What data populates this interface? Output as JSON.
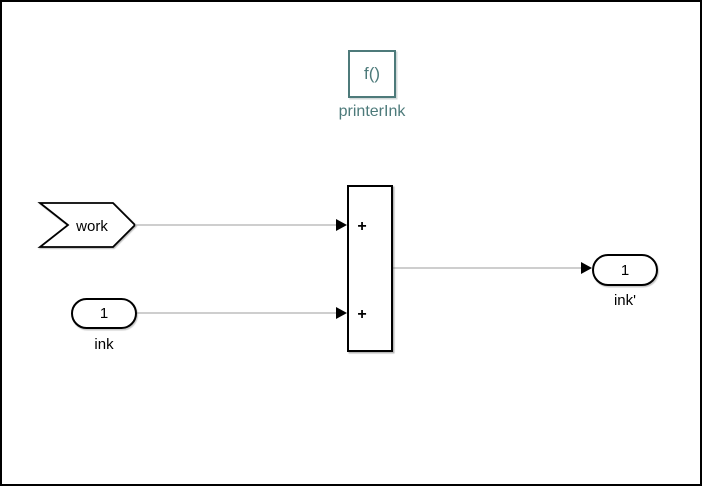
{
  "diagram": {
    "function_block": {
      "text": "f()",
      "label": "printerInk"
    },
    "from_tag": {
      "label": "work"
    },
    "sum_block": {
      "signs": [
        "+",
        "+"
      ]
    },
    "inport": {
      "number": "1",
      "label": "ink"
    },
    "outport": {
      "number": "1",
      "label": "ink'"
    },
    "colors": {
      "accent": "#4d7a7a",
      "wire": "#b0b0b0",
      "block_border": "#000000",
      "canvas_background": "#ffffff"
    }
  }
}
